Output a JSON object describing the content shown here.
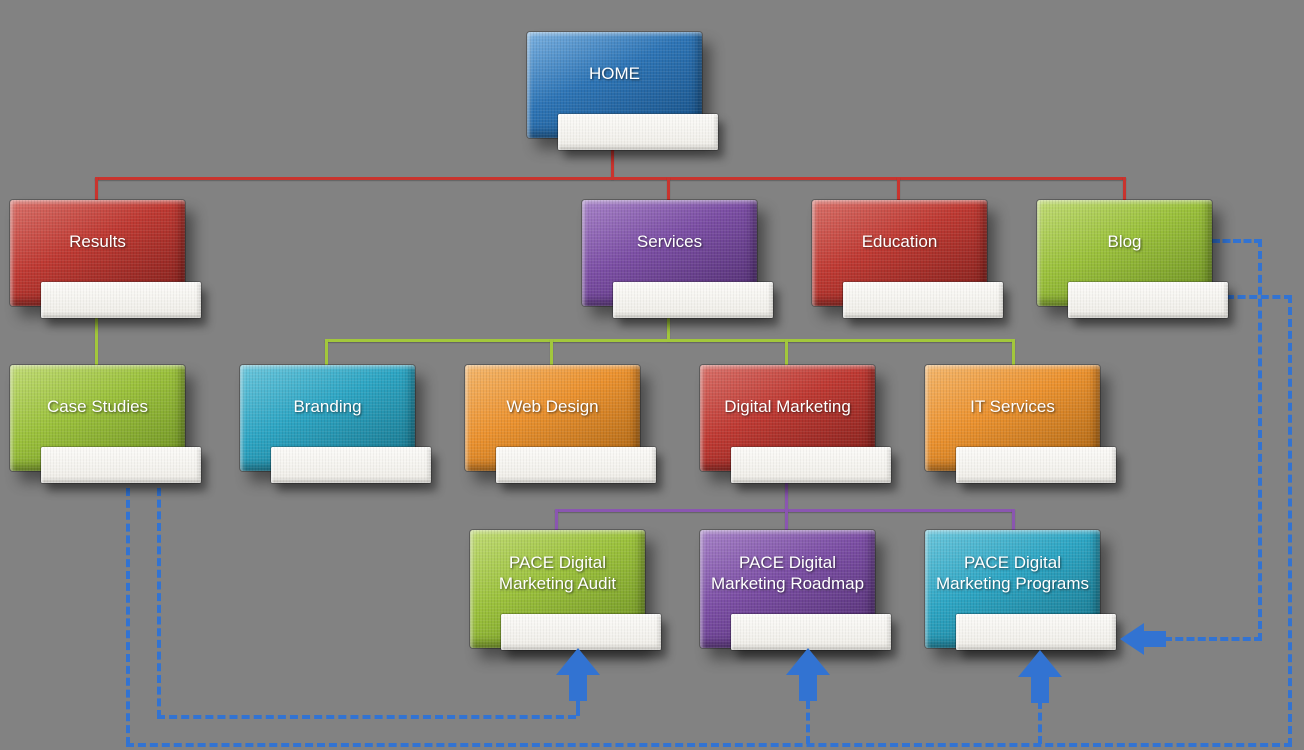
{
  "diagram": {
    "type": "website-sitemap-flowchart",
    "background_color": "#828282"
  },
  "nodes": {
    "home": {
      "label": "HOME",
      "color_name": "blue",
      "fill": "#2e75b6"
    },
    "results": {
      "label": "Results",
      "color_name": "red",
      "fill": "#bf3a33"
    },
    "services": {
      "label": "Services",
      "color_name": "purple",
      "fill": "#7c4fa5"
    },
    "education": {
      "label": "Education",
      "color_name": "red",
      "fill": "#bf3a33"
    },
    "blog": {
      "label": "Blog",
      "color_name": "green",
      "fill": "#9cc23d"
    },
    "case_studies": {
      "label": "Case Studies",
      "color_name": "green",
      "fill": "#9cc23d"
    },
    "branding": {
      "label": "Branding",
      "color_name": "teal",
      "fill": "#2ea6c4"
    },
    "web_design": {
      "label": "Web Design",
      "color_name": "orange",
      "fill": "#ec9330"
    },
    "digital_marketing": {
      "label": "Digital Marketing",
      "color_name": "red",
      "fill": "#bf3a33"
    },
    "it_services": {
      "label": "IT Services",
      "color_name": "orange",
      "fill": "#ec9330"
    },
    "pace_audit": {
      "label": "PACE Digital Marketing Audit",
      "color_name": "green",
      "fill": "#9cc23d"
    },
    "pace_roadmap": {
      "label": "PACE Digital Marketing Roadmap",
      "color_name": "purple",
      "fill": "#7c4fa5"
    },
    "pace_programs": {
      "label": "PACE Digital Marketing Programs",
      "color_name": "teal",
      "fill": "#2ea6c4"
    }
  },
  "edges": {
    "home_children": {
      "style": "solid",
      "color": "#c9342e",
      "from": "home",
      "to": [
        "results",
        "services",
        "education",
        "blog"
      ]
    },
    "results_children": {
      "style": "solid",
      "color": "#a2c73c",
      "from": "results",
      "to": [
        "case_studies"
      ]
    },
    "services_children": {
      "style": "solid",
      "color": "#a2c73c",
      "from": "services",
      "to": [
        "branding",
        "web_design",
        "digital_marketing",
        "it_services"
      ]
    },
    "digital_marketing_children": {
      "style": "solid",
      "color": "#8a56b0",
      "from": "digital_marketing",
      "to": [
        "pace_audit",
        "pace_roadmap",
        "pace_programs"
      ]
    },
    "cross_links": {
      "style": "dashed",
      "color": "#3273d2",
      "links": [
        {
          "from": "blog",
          "to": "pace_programs"
        },
        {
          "from": "case_studies",
          "to": "pace_audit"
        },
        {
          "from": "case_studies",
          "to": "pace_roadmap"
        },
        {
          "from": "case_studies",
          "to": "pace_programs"
        }
      ]
    }
  }
}
